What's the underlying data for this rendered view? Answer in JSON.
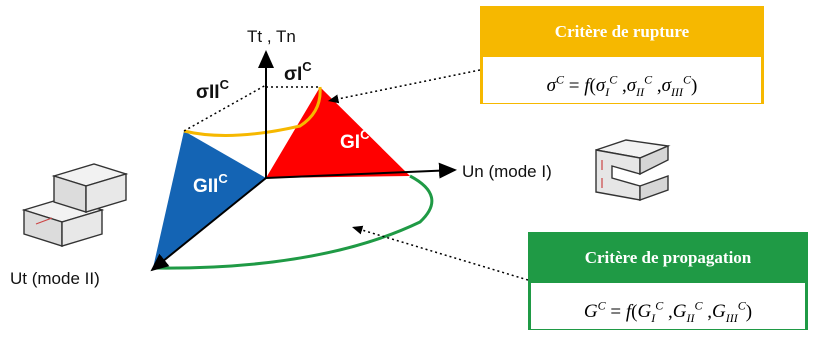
{
  "axes": {
    "vertical_label": "Tt , Tn",
    "mode1_label": "Un (mode I)",
    "mode2_label": "Ut (mode II)"
  },
  "sigma_labels": {
    "sigma_II": "σII",
    "sigma_II_sup": "C",
    "sigma_I": "σI",
    "sigma_I_sup": "C"
  },
  "energy_labels": {
    "G_I": "GI",
    "G_I_sup": "C",
    "G_II": "GII",
    "G_II_sup": "C"
  },
  "rupture_box": {
    "title": "Critère de rupture",
    "formula": "σC = f(σIC ,σIIC ,σIIIC)"
  },
  "propagation_box": {
    "title": "Critère de propagation",
    "formula": "GC = f(GIC ,GIIC ,GIIIC)"
  },
  "colors": {
    "triangle_I": "#ff0000",
    "triangle_II": "#1464b4",
    "rupture_accent": "#f6b800",
    "propagation_accent": "#1f9a45"
  }
}
